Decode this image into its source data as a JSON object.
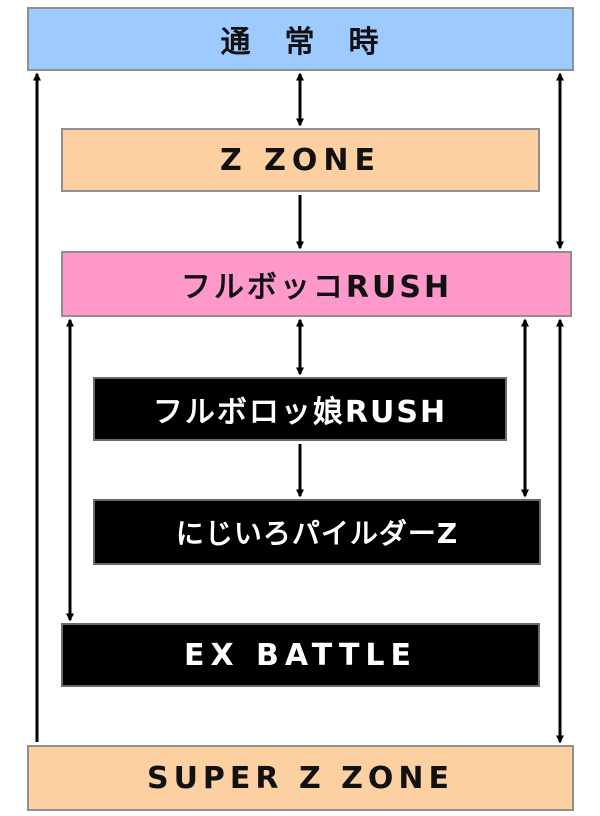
{
  "nodes": {
    "normal": {
      "label": "通　常　時",
      "color": "#9ecbff"
    },
    "zzone": {
      "label": "Z ZONE",
      "color": "#fdd0a2"
    },
    "fulbokko_rush": {
      "label": "フルボッコRUSH",
      "color": "#ff99cc"
    },
    "fulboro_musume_rush": {
      "label": "フルボロッ娘RUSH",
      "color": "#000000"
    },
    "nijiiro_pilder_z": {
      "label": "にじいろパイルダーZ",
      "color": "#000000"
    },
    "ex_battle": {
      "label": "EX BATTLE",
      "color": "#000000"
    },
    "super_zzone": {
      "label": "SUPER Z ZONE",
      "color": "#fdd0a2"
    }
  },
  "edges": [
    {
      "from": "normal",
      "to": "zzone",
      "bidirectional": true
    },
    {
      "from": "zzone",
      "to": "fulbokko_rush",
      "bidirectional": false
    },
    {
      "from": "normal",
      "to": "fulbokko_rush",
      "bidirectional": true
    },
    {
      "from": "fulbokko_rush",
      "to": "fulboro_musume_rush",
      "bidirectional": true
    },
    {
      "from": "fulboro_musume_rush",
      "to": "nijiiro_pilder_z",
      "bidirectional": false
    },
    {
      "from": "fulbokko_rush",
      "to": "nijiiro_pilder_z",
      "bidirectional": true
    },
    {
      "from": "fulbokko_rush",
      "to": "ex_battle",
      "bidirectional": true
    },
    {
      "from": "fulbokko_rush",
      "to": "super_zzone",
      "bidirectional": true
    },
    {
      "from": "super_zzone",
      "to": "normal",
      "bidirectional": false
    }
  ],
  "arrow_color": "#000000"
}
